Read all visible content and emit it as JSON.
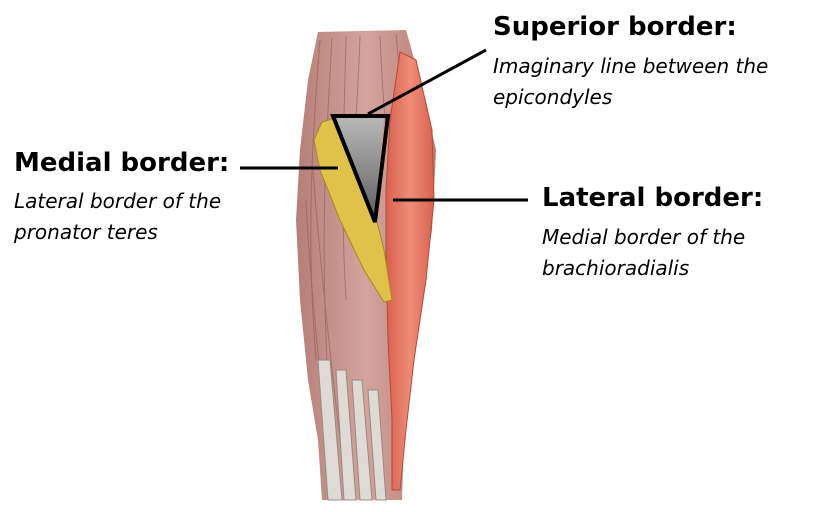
{
  "labels": {
    "superior": {
      "heading": "Superior border:",
      "desc_lines": [
        "Imaginary line between the",
        "epicondyles"
      ]
    },
    "medial": {
      "heading": "Medial border:",
      "desc_lines": [
        "Lateral border of the",
        "pronator teres"
      ]
    },
    "lateral": {
      "heading": "Lateral border:",
      "desc_lines": [
        "Medial border of the",
        "brachioradialis"
      ]
    }
  },
  "colors": {
    "muscle_base": "#c89088",
    "muscle_dark": "#9c5a52",
    "brachioradialis": "#e57a68",
    "pronator_teres": "#e0c24a",
    "tendon": "#dcdad6",
    "fossa_floor": "#8a8a8a",
    "outline": "#000000"
  }
}
